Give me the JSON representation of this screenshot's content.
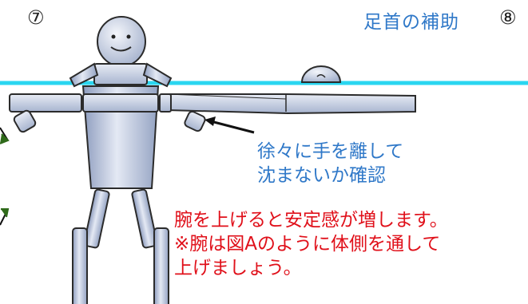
{
  "header": {
    "step_left": "⑦",
    "step_right": "⑧",
    "title": "足首の補助"
  },
  "instruction": {
    "line1": "徐々に手を離して",
    "line2": "沈まないか確認"
  },
  "tip": {
    "line1": "腕を上げると安定感が増します。",
    "line2": "※腕は図Aのように体側を通して",
    "line3": "上げましょう。"
  },
  "colors": {
    "water_line": "#2ad6f0",
    "title_text": "#2f78c8",
    "tip_text": "#e0101a",
    "body_fill": "#b7c3dc",
    "body_stroke": "#2b2b2b",
    "arrow_green": "#2f6a1a"
  },
  "icons": [
    "smiley-face-icon",
    "arrow-icon"
  ]
}
